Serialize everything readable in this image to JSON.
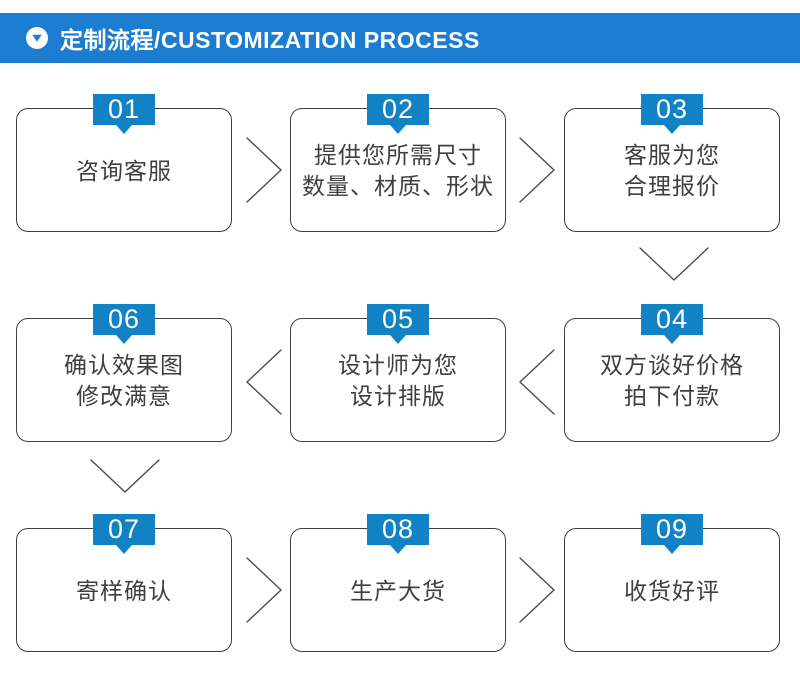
{
  "header": {
    "title": "定制流程/CUSTOMIZATION PROCESS",
    "icon": "circle-down-triangle"
  },
  "colors": {
    "header_bg": "#1b7cd0",
    "badge_bg": "#1183c5",
    "box_border": "#3f3f3f",
    "box_text": "#3f3f3f",
    "arrow": "#4c4c4c"
  },
  "steps": [
    {
      "num": "01",
      "text": "咨询客服"
    },
    {
      "num": "02",
      "text": "提供您所需尺寸\n数量、材质、形状"
    },
    {
      "num": "03",
      "text": "客服为您\n合理报价"
    },
    {
      "num": "04",
      "text": "双方谈好价格\n拍下付款"
    },
    {
      "num": "05",
      "text": "设计师为您\n设计排版"
    },
    {
      "num": "06",
      "text": "确认效果图\n修改满意"
    },
    {
      "num": "07",
      "text": "寄样确认"
    },
    {
      "num": "08",
      "text": "生产大货"
    },
    {
      "num": "09",
      "text": "收货好评"
    }
  ]
}
